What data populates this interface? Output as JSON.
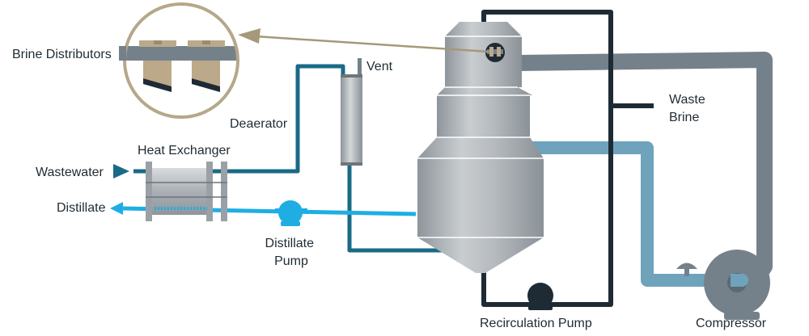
{
  "labels": {
    "brine_distributors": "Brine Distributors",
    "vent": "Vent",
    "deaerator": "Deaerator",
    "heat_exchanger": "Heat Exchanger",
    "wastewater": "Wastewater",
    "distillate": "Distillate",
    "distillate_pump_line1": "Distillate",
    "distillate_pump_line2": "Pump",
    "waste_brine_line1": "Waste",
    "waste_brine_line2": "Brine",
    "recirculation_pump": "Recirculation Pump",
    "compressor": "Compressor"
  },
  "colors": {
    "vapor_pipe": "#75818a",
    "steam_pipe": "#6ea3bb",
    "wastewater_pipe": "#1a6a86",
    "distillate_pipe": "#1eaee4",
    "brine_pipe": "#1e2b34",
    "vessel": "#b3b8bc",
    "distributor": "#bba98a",
    "callout_ring": "#b5a789"
  }
}
